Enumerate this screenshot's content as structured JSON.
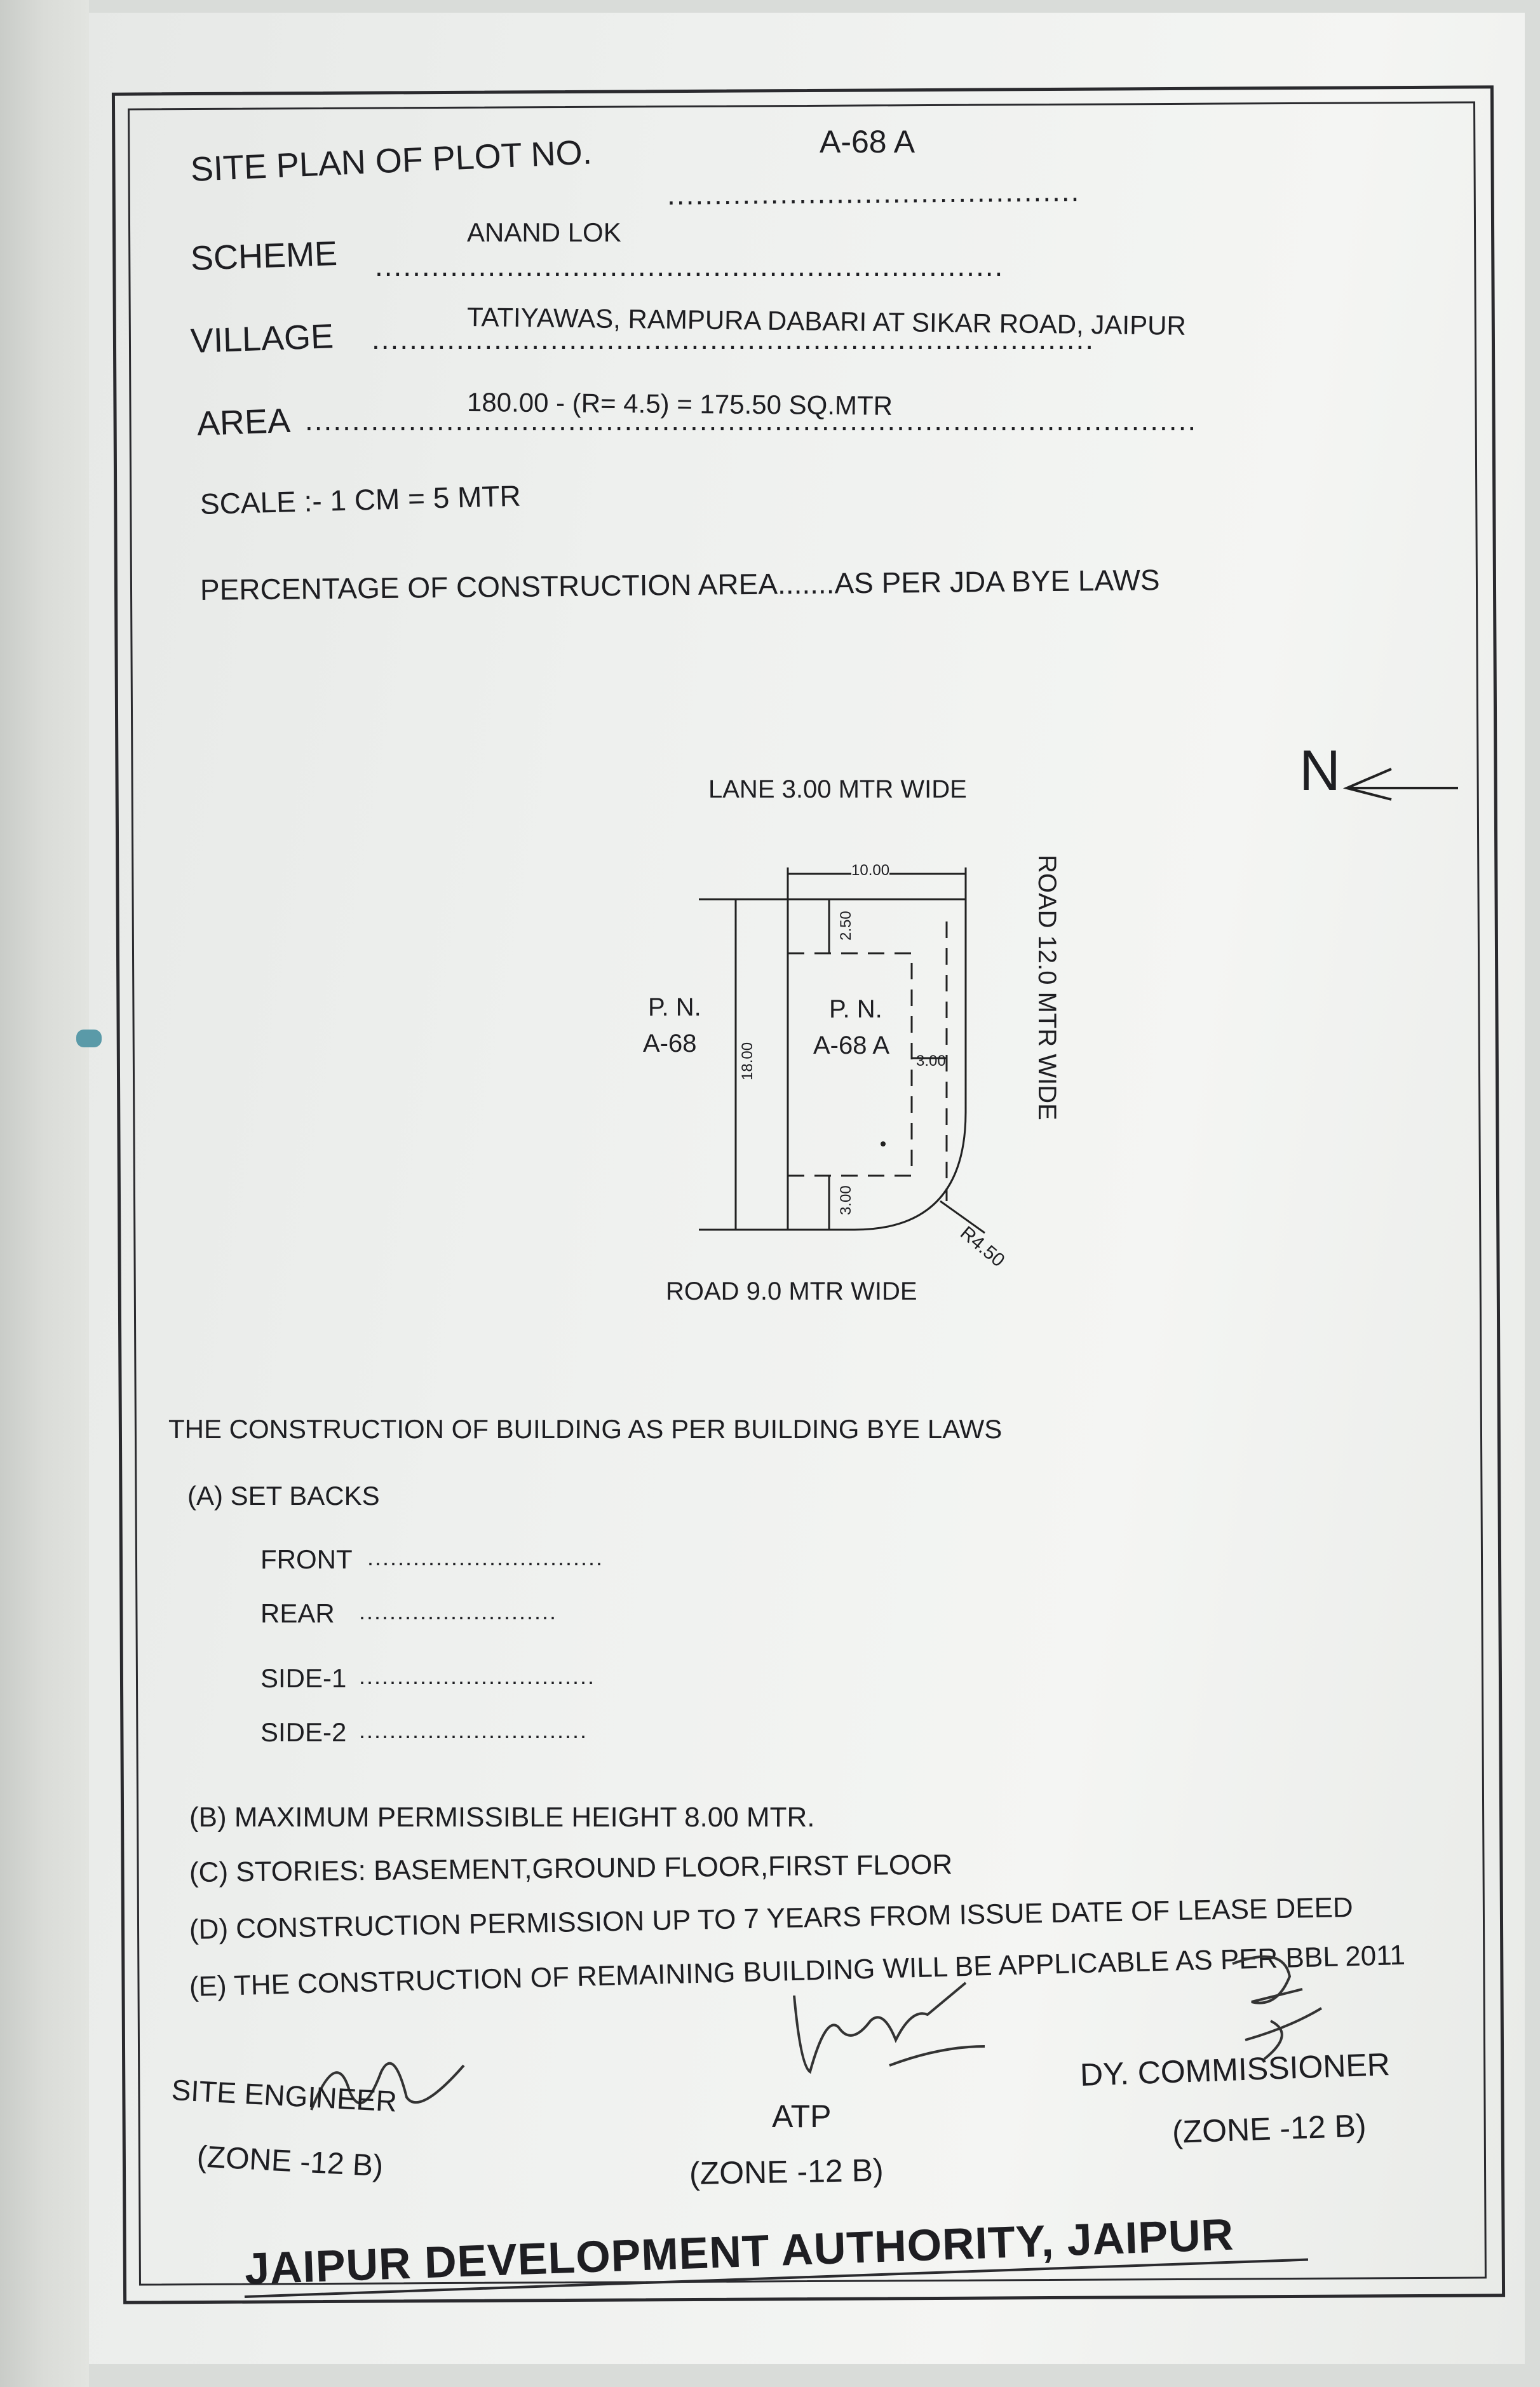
{
  "header": {
    "plot_label": "SITE PLAN OF PLOT NO.",
    "plot_value": "A-68 A",
    "scheme_label": "SCHEME",
    "scheme_value": "ANAND LOK",
    "village_label": "VILLAGE",
    "village_value": "TATIYAWAS, RAMPURA DABARI AT SIKAR ROAD, JAIPUR",
    "area_label": "AREA",
    "area_value": "180.00 - (R= 4.5) = 175.50  SQ.MTR",
    "scale": "SCALE :-  1 CM = 5 MTR",
    "percentage": "PERCENTAGE OF CONSTRUCTION AREA.......AS PER JDA BYE LAWS"
  },
  "plan": {
    "north": "N",
    "lane": "LANE  3.00 MTR  WIDE",
    "road_right": "ROAD 12.0 MTR  WIDE",
    "road_bottom": "ROAD  9.0 MTR   WIDE",
    "width_dim": "10.00",
    "depth_dim": "18.00",
    "top_setback": "2.50",
    "side_setback": "3.00",
    "bottom_setback": "3.00",
    "radius": "R4.50",
    "neighbor_pn": "P. N.",
    "neighbor_no": "A-68",
    "plot_pn": "P. N.",
    "plot_no": "A-68 A"
  },
  "rules": {
    "heading": "THE CONSTRUCTION OF BUILDING AS PER BUILDING BYE LAWS",
    "setbacks": "(A) SET BACKS",
    "front": "FRONT",
    "rear": "REAR",
    "side1": "SIDE-1",
    "side2": "SIDE-2",
    "b": "(B) MAXIMUM PERMISSIBLE HEIGHT 8.00 MTR.",
    "c": "(C) STORIES: BASEMENT,GROUND FLOOR,FIRST FLOOR",
    "d": "(D) CONSTRUCTION PERMISSION UP TO 7 YEARS FROM ISSUE DATE OF LEASE DEED",
    "e": "(E) THE CONSTRUCTION OF REMAINING BUILDING WILL BE APPLICABLE AS PER BBL 2011"
  },
  "signatories": {
    "site_engineer": "SITE ENGINEER",
    "site_engineer_zone": "(ZONE -12 B)",
    "atp": "ATP",
    "atp_zone": "(ZONE -12 B)",
    "dy_commissioner": "DY. COMMISSIONER",
    "dy_commissioner_zone": "(ZONE -12 B)"
  },
  "footer": "JAIPUR DEVELOPMENT AUTHORITY, JAIPUR"
}
